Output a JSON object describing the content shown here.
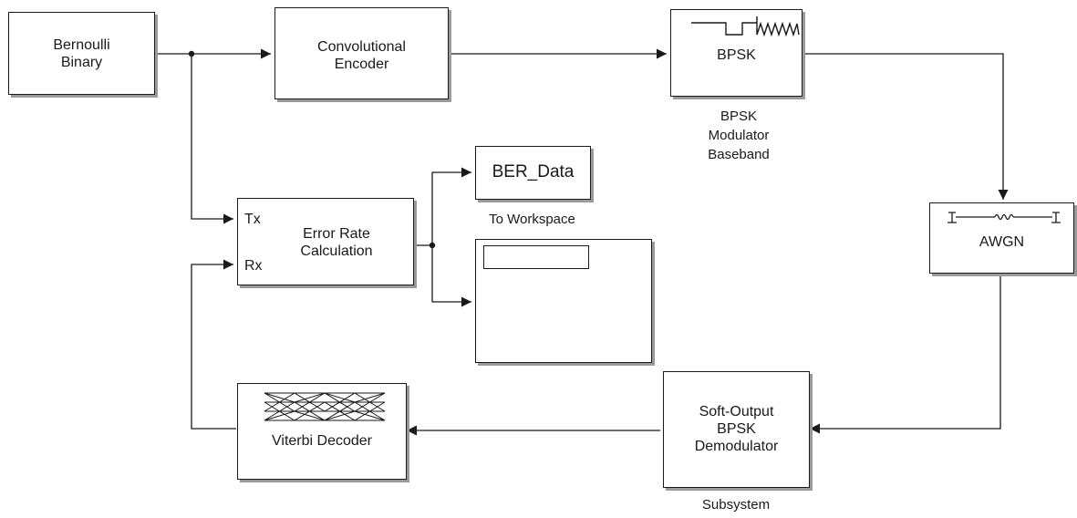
{
  "blocks": {
    "bernoulli": {
      "label": "Bernoulli\nBinary"
    },
    "conv_encoder": {
      "label": "Convolutional\nEncoder"
    },
    "bpsk_mod": {
      "label": "BPSK",
      "caption": "BPSK\nModulator\nBaseband"
    },
    "awgn": {
      "label": "AWGN"
    },
    "error_rate": {
      "label": "Error Rate\nCalculation",
      "port_tx": "Tx",
      "port_rx": "Rx"
    },
    "to_workspace": {
      "label": "BER_Data",
      "caption": "To Workspace"
    },
    "scope": {
      "display": ""
    },
    "soft_demod": {
      "label": "Soft-Output\nBPSK\nDemodulator",
      "caption": "Subsystem"
    },
    "viterbi": {
      "label": "Viterbi Decoder"
    }
  },
  "style": {
    "line_color": "#1a1a1a",
    "shadow_color": "#9a9a9a"
  }
}
